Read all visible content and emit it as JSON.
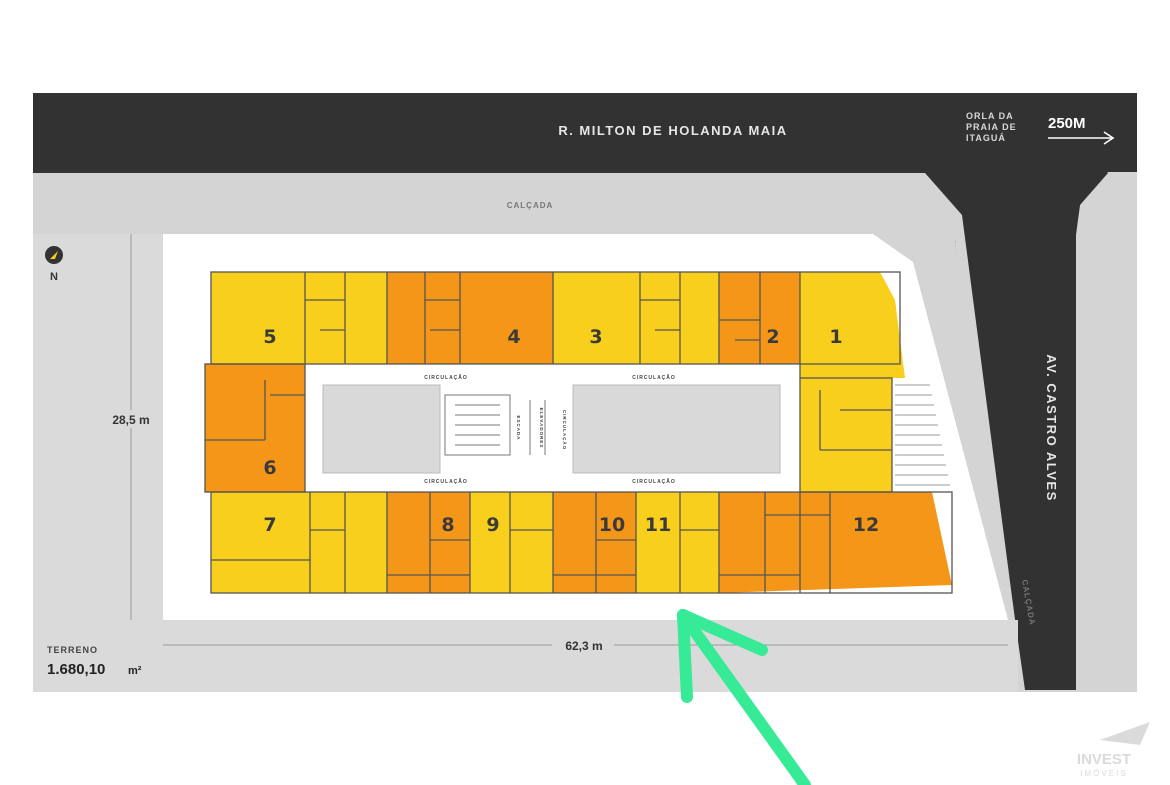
{
  "streets": {
    "top": "R. MILTON DE HOLANDA MAIA",
    "right": "AV. CASTRO ALVES"
  },
  "sidewalk": {
    "top": "CALÇADA",
    "right": "CALÇADA"
  },
  "orla": {
    "line1": "ORLA DA",
    "line2": "PRAIA DE",
    "line3": "ITAGUÁ",
    "distance": "250M"
  },
  "north": {
    "label": "N"
  },
  "dimensions": {
    "height": "28,5 m",
    "width": "62,3 m"
  },
  "terreno": {
    "label": "TERRENO",
    "area": "1.680,10",
    "unit": "m²"
  },
  "circulation_label": "CIRCULAÇÃO",
  "core_labels": {
    "stairs": "ESCADA",
    "elevators": "ELEVADORES",
    "circulation": "CIRCULAÇÃO"
  },
  "units": [
    "1",
    "2",
    "3",
    "4",
    "5",
    "6",
    "7",
    "8",
    "9",
    "10",
    "11",
    "12"
  ],
  "colors": {
    "yellow": "#f8cf1c",
    "orange": "#f49718",
    "street": "#323232",
    "sidewalk": "#d4d4d4",
    "arrow": "#36ea96"
  },
  "logo": {
    "line1": "INVEST",
    "line2": "IMÓVEIS"
  }
}
